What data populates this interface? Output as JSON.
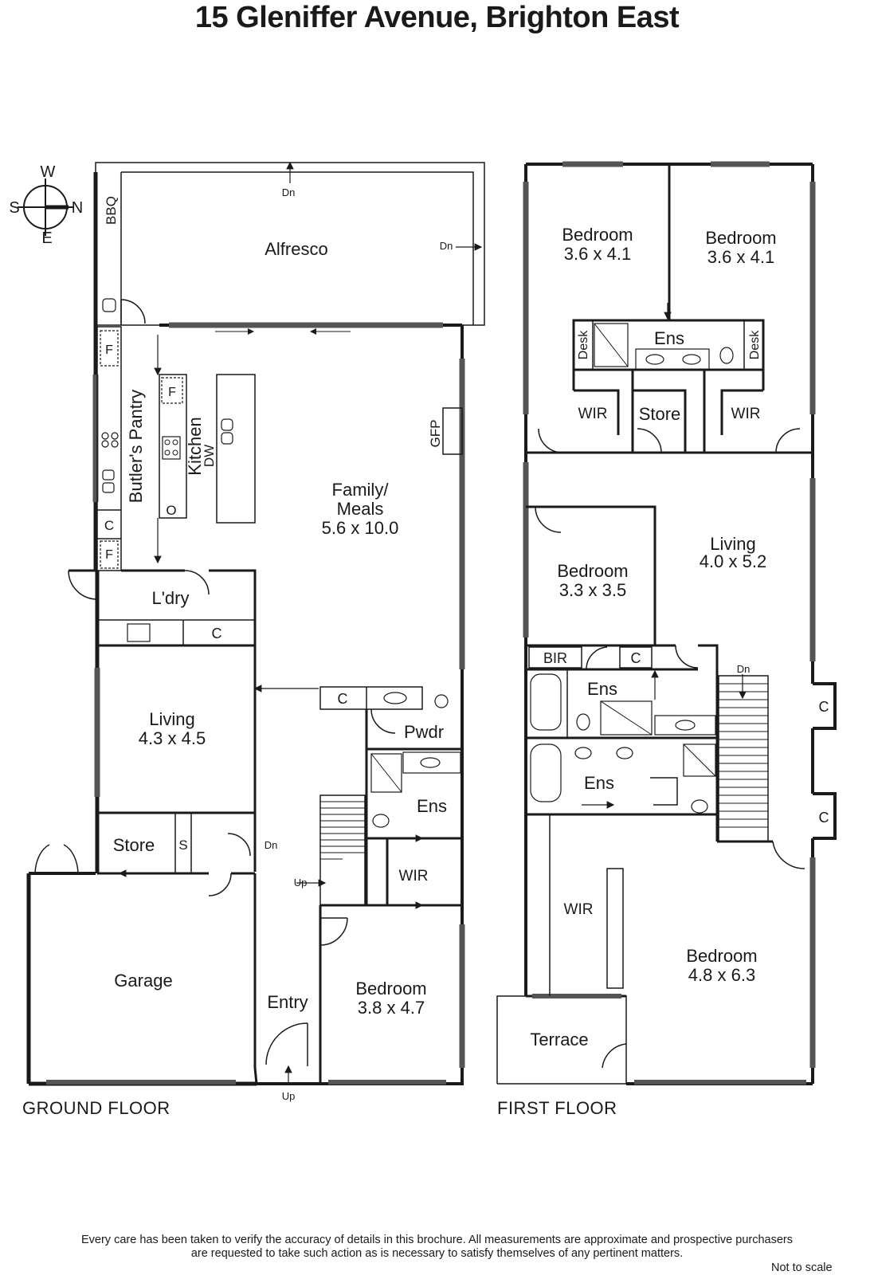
{
  "title": "15 Gleniffer Avenue, Brighton East",
  "compass": {
    "w": "W",
    "s": "S",
    "n": "N",
    "e": "E"
  },
  "ground_floor": {
    "label": "GROUND FLOOR",
    "rooms": {
      "alfresco": "Alfresco",
      "bbq": "BBQ",
      "butlers_pantry": "Butler's Pantry",
      "kitchen": "Kitchen",
      "dw": "DW",
      "gfp": "GFP",
      "family_name": "Family/",
      "family_name2": "Meals",
      "family_dims": "5.6 x 10.0",
      "laundry": "L'dry",
      "living_name": "Living",
      "living_dims": "4.3 x 4.5",
      "store": "Store",
      "s": "S",
      "garage": "Garage",
      "entry": "Entry",
      "pwdr": "Pwdr",
      "ens": "Ens",
      "wir": "WIR",
      "bedroom_name": "Bedroom",
      "bedroom_dims": "3.8 x 4.7"
    },
    "marks": {
      "c": "C",
      "f": "F",
      "o": "O",
      "dn": "Dn",
      "up": "Up"
    }
  },
  "first_floor": {
    "label": "FIRST FLOOR",
    "rooms": {
      "bed1_name": "Bedroom",
      "bed1_dims": "3.6 x 4.1",
      "bed2_name": "Bedroom",
      "bed2_dims": "3.6 x 4.1",
      "ens": "Ens",
      "desk": "Desk",
      "wir": "WIR",
      "store": "Store",
      "bed3_name": "Bedroom",
      "bed3_dims": "3.3 x 3.5",
      "living_name": "Living",
      "living_dims": "4.0 x 5.2",
      "bir": "BIR",
      "bed4_name": "Bedroom",
      "bed4_dims": "4.8 x 6.3",
      "terrace": "Terrace"
    },
    "marks": {
      "c": "C",
      "dn": "Dn"
    }
  },
  "disclaimer_line1": "Every care has been taken to verify the accuracy of details in this brochure.  All measurements are approximate and prospective purchasers",
  "disclaimer_line2": "are requested to take such action as is necessary to satisfy themselves of any pertinent matters.",
  "not_to_scale": "Not to scale"
}
